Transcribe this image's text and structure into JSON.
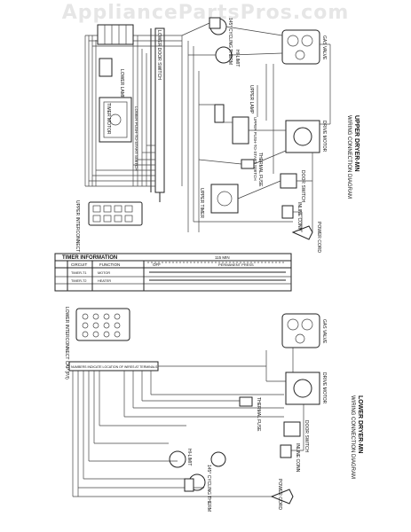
{
  "watermark": "AppliancePartsPros.com",
  "upper": {
    "title": "UPPER DRYER-MN",
    "subtitle": "WIRING CONNECTION DIAGRAM",
    "labels": {
      "timer_motor": "TIMER MOTOR",
      "lower_push_to_start": "LOWER PUSH-TO-START SWITCH",
      "upper_lamp": "LOWER LAMP",
      "lower_door_switch": "LOWER DOOR SWITCH",
      "hi_limit": "HI-LIMIT",
      "cycling_therm": "145° CYCLING THERM",
      "gas_valve": "GAS VALVE",
      "upper_lamp2": "UPPER LAMP",
      "upper_push": "UPPER PUSH-TO-START SWITCH",
      "drive_motor": "DRIVE MOTOR",
      "thermal_fuse": "THERMAL FUSE",
      "upper_timer": "UPPER TIMER",
      "door_switch": "DOOR SWITCH",
      "inline_conn": "INLINE CONN",
      "power_cord": "POWER CORD",
      "interconnect_plug": "UPPER INTERCONNECT PLUG (P/I)"
    }
  },
  "timer_info": {
    "title": "TIMER INFORMATION",
    "cols": [
      "CIRCUIT",
      "FUNCTION"
    ],
    "rows": [
      {
        "circuit": "TIMER-T1",
        "function": "MOTOR"
      },
      {
        "circuit": "TIMER-T2",
        "function": "HEATER"
      }
    ],
    "total": "115 MIN",
    "off": "OFF",
    "permpress": "PERMANENT PRESS"
  },
  "lower": {
    "title": "LOWER DRYER-MN",
    "subtitle": "WIRING CONNECTION DIAGRAM",
    "labels": {
      "interconnect": "LOWER INTERCONNECT CAP (P/I)",
      "gas_valve": "GAS VALVE",
      "drive_motor": "DRIVE MOTOR",
      "thermal_fuse": "THERMAL FUSE",
      "door_switch": "DOOR SWITCH",
      "inline_conn": "INLINE CONN",
      "hi_limit": "HI-LIMIT",
      "cycling_therm": "145° CYCLING THERM",
      "power_cord": "POWER CORD",
      "note": "NUMBERS INDICATE LOCATION OF WIRES AT TERMINALS"
    }
  }
}
